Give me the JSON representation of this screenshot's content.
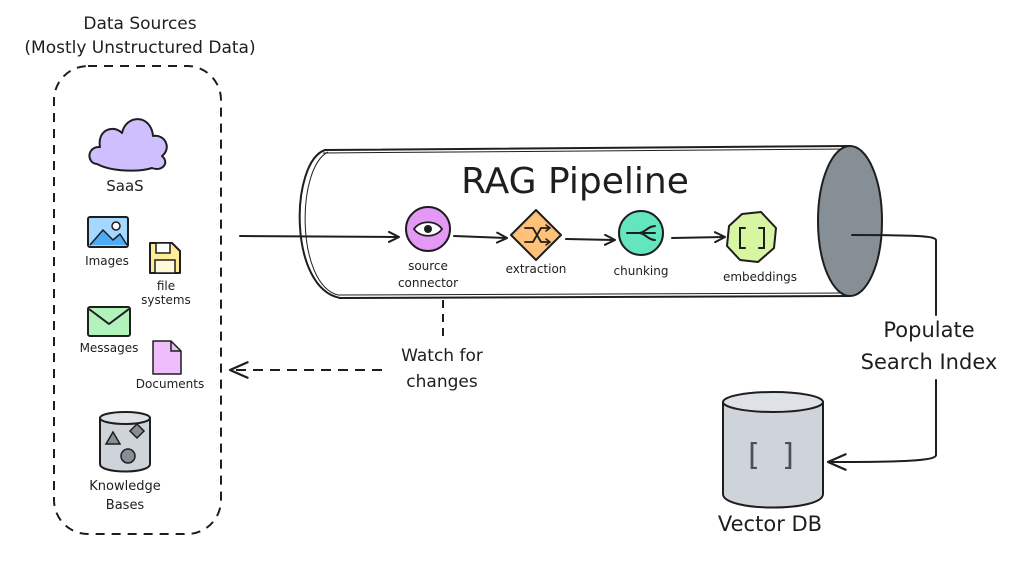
{
  "data_sources": {
    "title_line1": "Data Sources",
    "title_line2": "(Mostly Unstructured Data)",
    "items": {
      "saas": "SaaS",
      "images": "Images",
      "file_systems_line1": "file",
      "file_systems_line2": "systems",
      "messages": "Messages",
      "documents": "Documents",
      "knowledge_bases_line1": "Knowledge",
      "knowledge_bases_line2": "Bases"
    },
    "icons": {
      "saas": "cloud-icon",
      "images": "image-icon",
      "file_systems": "floppy-disk-icon",
      "messages": "envelope-icon",
      "documents": "document-icon",
      "knowledge_bases": "database-shapes-icon"
    }
  },
  "pipeline": {
    "title": "RAG Pipeline",
    "stages": [
      {
        "line1": "source",
        "line2": "connector",
        "icon": "eye-icon",
        "color": "#e599f7"
      },
      {
        "line1": "extraction",
        "line2": "",
        "icon": "shuffle-icon",
        "color": "#ffc078"
      },
      {
        "line1": "chunking",
        "line2": "",
        "icon": "split-icon",
        "color": "#63e6be"
      },
      {
        "line1": "embeddings",
        "line2": "",
        "icon": "brackets-icon",
        "color": "#d8f5a2"
      }
    ],
    "end_cap_color": "#868e96"
  },
  "watch": {
    "line1": "Watch for",
    "line2": "changes"
  },
  "populate": {
    "line1": "Populate",
    "line2": "Search Index"
  },
  "vector_db": {
    "label": "Vector DB",
    "symbol": "[ ]",
    "fill": "#ced4da"
  },
  "colors": {
    "cloud": "#d0bfff",
    "image": "#a5d8ff",
    "floppy": "#ffec99",
    "envelope": "#b2f2bb",
    "document": "#eebefa",
    "knowledge_db": "#ced4da",
    "ink": "#1e1e1e"
  }
}
